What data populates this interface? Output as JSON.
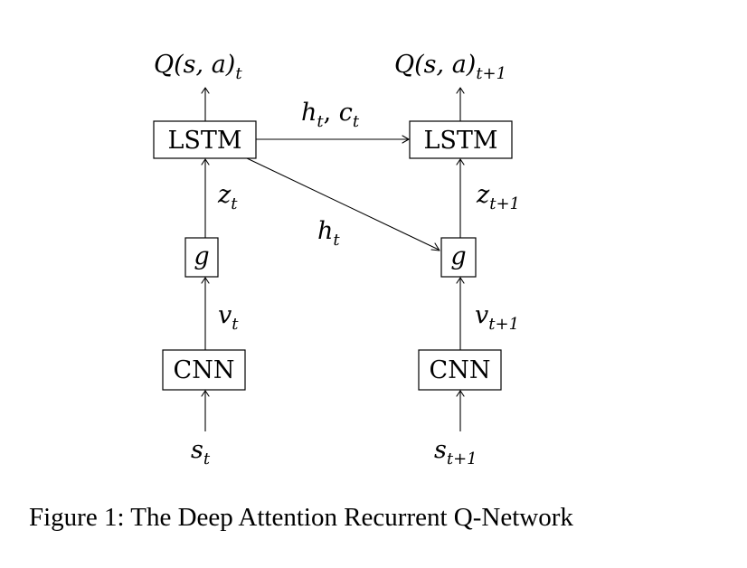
{
  "diagram": {
    "left_column": {
      "output_q": {
        "main": "Q(s, a)",
        "sub": "t"
      },
      "lstm_label": "LSTM",
      "z": {
        "main": "z",
        "sub": "t"
      },
      "g_label": "g",
      "v": {
        "main": "v",
        "sub": "t"
      },
      "cnn_label": "CNN",
      "s": {
        "main": "s",
        "sub": "t"
      }
    },
    "right_column": {
      "output_q": {
        "main": "Q(s, a)",
        "sub": "t+1"
      },
      "lstm_label": "LSTM",
      "z": {
        "main": "z",
        "sub": "t+1"
      },
      "g_label": "g",
      "v": {
        "main": "v",
        "sub": "t+1"
      },
      "cnn_label": "CNN",
      "s": {
        "main": "s",
        "sub": "t+1"
      }
    },
    "recurrent_edge": {
      "h": "h",
      "h_sub": "t",
      "sep": ", ",
      "c": "c",
      "c_sub": "t"
    },
    "attention_edge": {
      "main": "h",
      "sub": "t"
    }
  },
  "caption": "Figure 1: The Deep Attention Recurrent Q-Network"
}
